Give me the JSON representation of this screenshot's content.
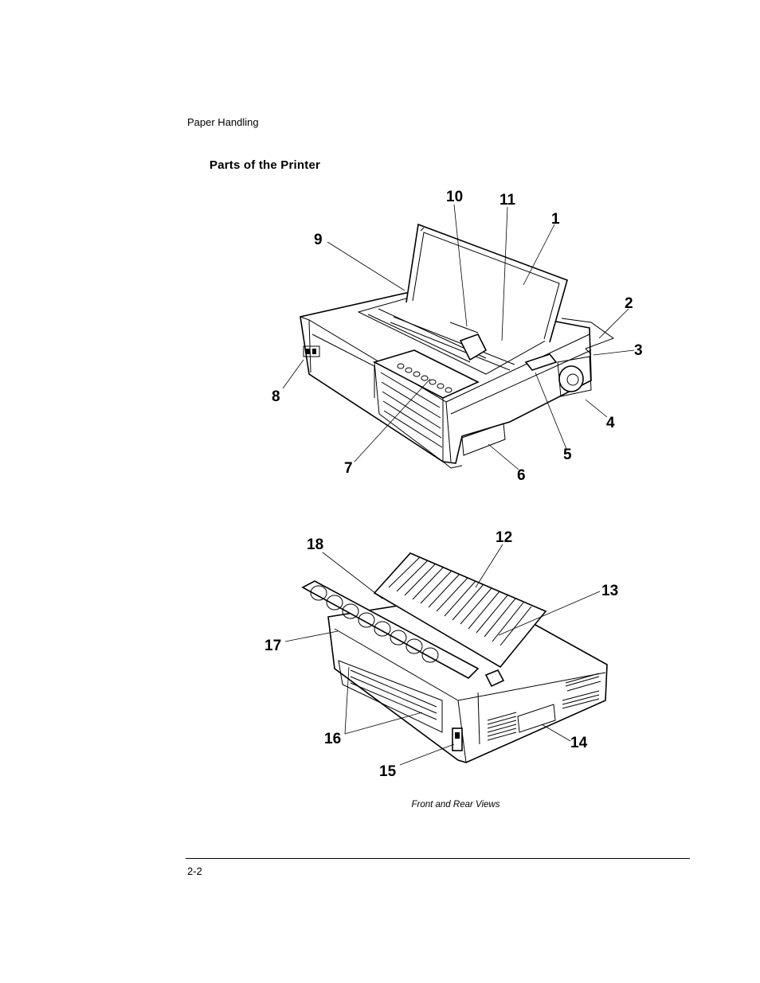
{
  "header": {
    "running_title": "Paper Handling"
  },
  "section": {
    "title": "Parts of the Printer"
  },
  "figure": {
    "caption": "Front and Rear Views",
    "front_callouts": [
      "1",
      "2",
      "3",
      "4",
      "5",
      "6",
      "7",
      "8",
      "9",
      "10",
      "11"
    ],
    "rear_callouts": [
      "12",
      "13",
      "14",
      "15",
      "16",
      "17",
      "18"
    ]
  },
  "footer": {
    "page_number": "2-2"
  }
}
